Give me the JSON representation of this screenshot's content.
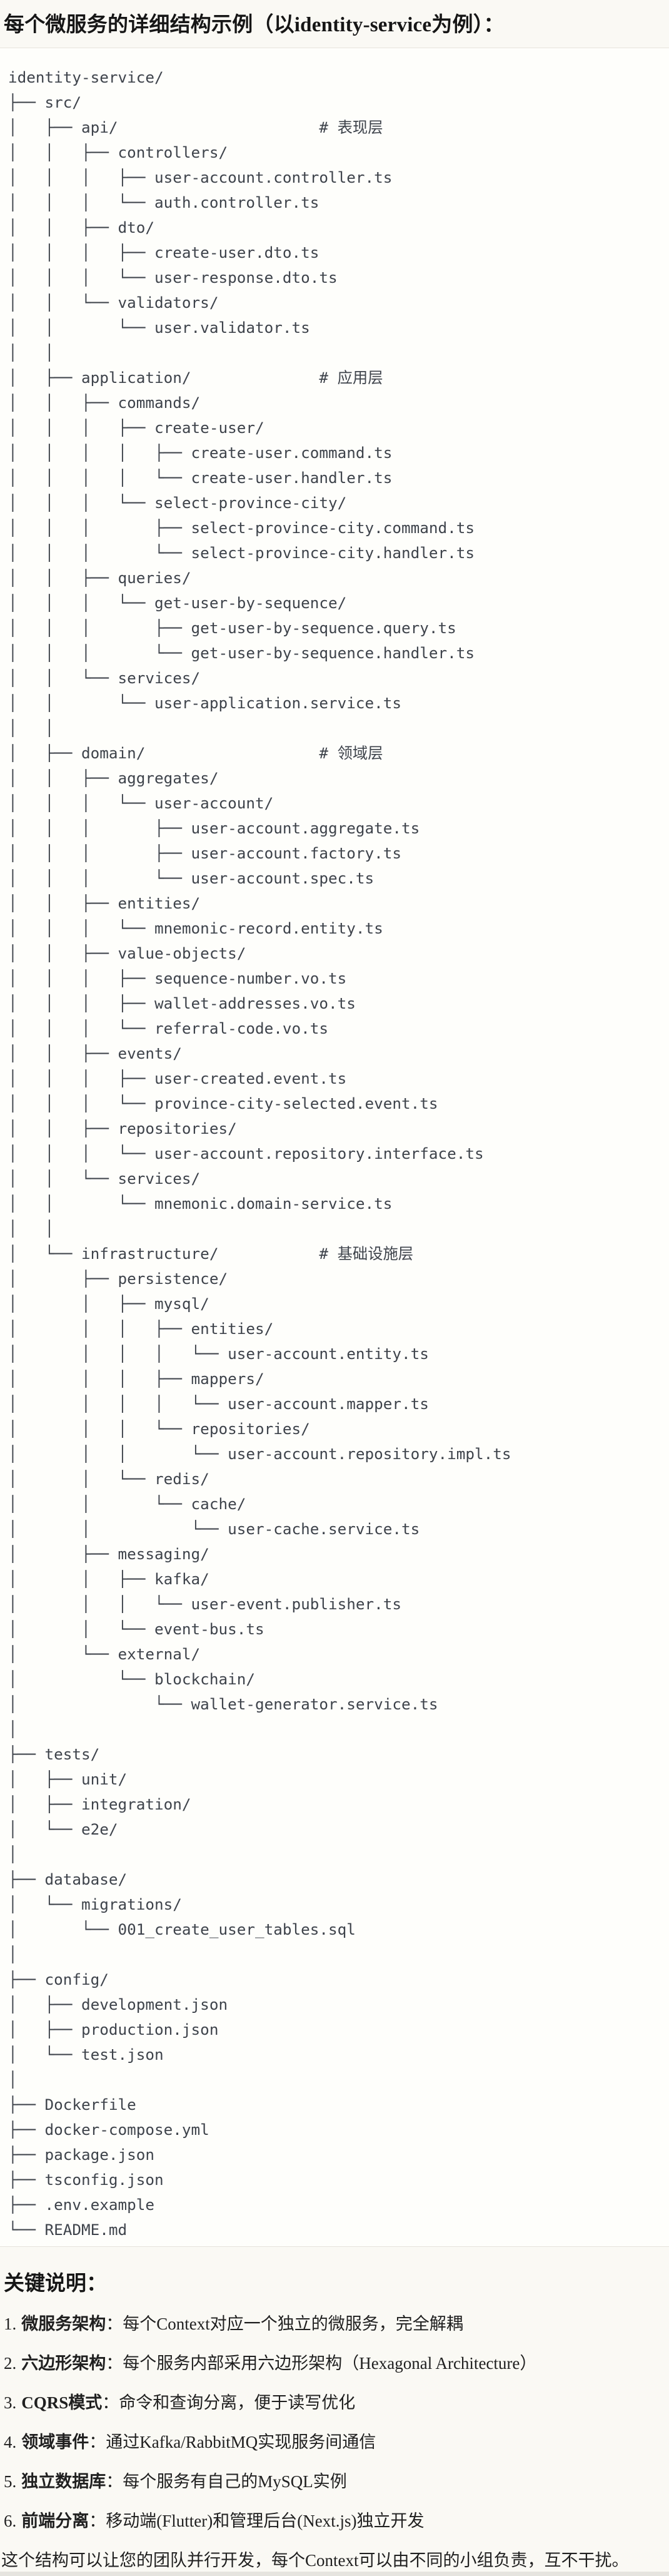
{
  "header": {
    "title": "每个微服务的详细结构示例（以identity-service为例）："
  },
  "tree": {
    "lines": [
      "identity-service/",
      "├── src/",
      "│   ├── api/                      # 表现层",
      "│   │   ├── controllers/",
      "│   │   │   ├── user-account.controller.ts",
      "│   │   │   └── auth.controller.ts",
      "│   │   ├── dto/",
      "│   │   │   ├── create-user.dto.ts",
      "│   │   │   └── user-response.dto.ts",
      "│   │   └── validators/",
      "│   │       └── user.validator.ts",
      "│   │",
      "│   ├── application/              # 应用层",
      "│   │   ├── commands/",
      "│   │   │   ├── create-user/",
      "│   │   │   │   ├── create-user.command.ts",
      "│   │   │   │   └── create-user.handler.ts",
      "│   │   │   └── select-province-city/",
      "│   │   │       ├── select-province-city.command.ts",
      "│   │   │       └── select-province-city.handler.ts",
      "│   │   ├── queries/",
      "│   │   │   └── get-user-by-sequence/",
      "│   │   │       ├── get-user-by-sequence.query.ts",
      "│   │   │       └── get-user-by-sequence.handler.ts",
      "│   │   └── services/",
      "│   │       └── user-application.service.ts",
      "│   │",
      "│   ├── domain/                   # 领域层",
      "│   │   ├── aggregates/",
      "│   │   │   └── user-account/",
      "│   │   │       ├── user-account.aggregate.ts",
      "│   │   │       ├── user-account.factory.ts",
      "│   │   │       └── user-account.spec.ts",
      "│   │   ├── entities/",
      "│   │   │   └── mnemonic-record.entity.ts",
      "│   │   ├── value-objects/",
      "│   │   │   ├── sequence-number.vo.ts",
      "│   │   │   ├── wallet-addresses.vo.ts",
      "│   │   │   └── referral-code.vo.ts",
      "│   │   ├── events/",
      "│   │   │   ├── user-created.event.ts",
      "│   │   │   └── province-city-selected.event.ts",
      "│   │   ├── repositories/",
      "│   │   │   └── user-account.repository.interface.ts",
      "│   │   └── services/",
      "│   │       └── mnemonic.domain-service.ts",
      "│   │",
      "│   └── infrastructure/           # 基础设施层",
      "│       ├── persistence/",
      "│       │   ├── mysql/",
      "│       │   │   ├── entities/",
      "│       │   │   │   └── user-account.entity.ts",
      "│       │   │   ├── mappers/",
      "│       │   │   │   └── user-account.mapper.ts",
      "│       │   │   └── repositories/",
      "│       │   │       └── user-account.repository.impl.ts",
      "│       │   └── redis/",
      "│       │       └── cache/",
      "│       │           └── user-cache.service.ts",
      "│       ├── messaging/",
      "│       │   ├── kafka/",
      "│       │   │   └── user-event.publisher.ts",
      "│       │   └── event-bus.ts",
      "│       └── external/",
      "│           └── blockchain/",
      "│               └── wallet-generator.service.ts",
      "│",
      "├── tests/",
      "│   ├── unit/",
      "│   ├── integration/",
      "│   └── e2e/",
      "│",
      "├── database/",
      "│   └── migrations/",
      "│       └── 001_create_user_tables.sql",
      "│",
      "├── config/",
      "│   ├── development.json",
      "│   ├── production.json",
      "│   └── test.json",
      "│",
      "├── Dockerfile",
      "├── docker-compose.yml",
      "├── package.json",
      "├── tsconfig.json",
      "├── .env.example",
      "└── README.md"
    ]
  },
  "notes": {
    "heading": "关键说明：",
    "items": [
      {
        "number": "1.",
        "term": "微服务架构",
        "separator": "：",
        "desc": "每个Context对应一个独立的微服务，完全解耦"
      },
      {
        "number": "2.",
        "term": "六边形架构",
        "separator": "：",
        "desc": "每个服务内部采用六边形架构（Hexagonal Architecture）"
      },
      {
        "number": "3.",
        "term": "CQRS模式",
        "separator": "：",
        "desc": "命令和查询分离，便于读写优化"
      },
      {
        "number": "4.",
        "term": "领域事件",
        "separator": "：",
        "desc": "通过Kafka/RabbitMQ实现服务间通信"
      },
      {
        "number": "5.",
        "term": "独立数据库",
        "separator": "：",
        "desc": "每个服务有自己的MySQL实例"
      },
      {
        "number": "6.",
        "term": "前端分离",
        "separator": "：",
        "desc": "移动端(Flutter)和管理后台(Next.js)独立开发"
      }
    ],
    "footer": "这个结构可以让您的团队并行开发，每个Context可以由不同的小组负责，互不干扰。"
  },
  "colors": {
    "page_bg": "#FAF9F4",
    "code_bg": "#FEFEFB",
    "code_border": "#E7E4DD",
    "tree_text": "#3E434B",
    "body_text": "#202020"
  }
}
